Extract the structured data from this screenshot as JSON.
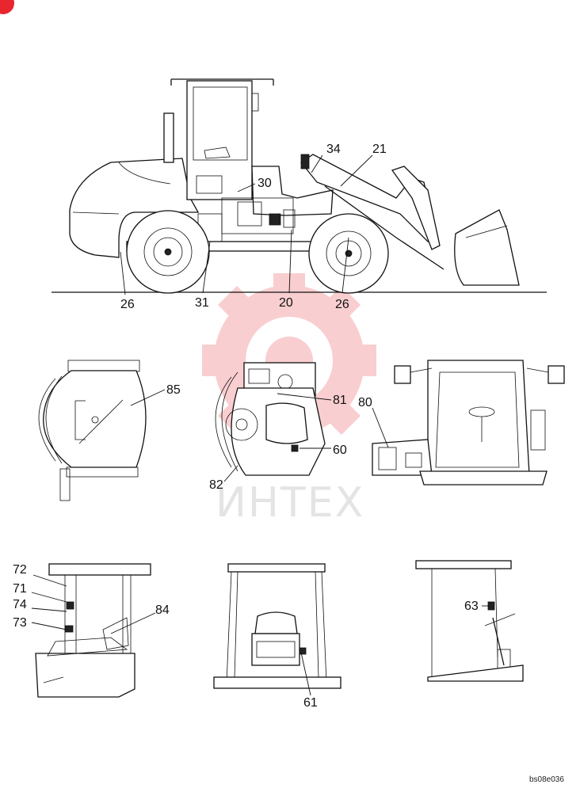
{
  "callouts": {
    "c34": "34",
    "c21": "21",
    "c30": "30",
    "c26a": "26",
    "c31": "31",
    "c20": "20",
    "c26b": "26",
    "c85": "85",
    "c81": "81",
    "c60": "60",
    "c82": "82",
    "c80": "80",
    "c72": "72",
    "c71": "71",
    "c74": "74",
    "c73": "73",
    "c84": "84",
    "c61": "61",
    "c63": "63"
  },
  "watermark": "ИНТЕХ",
  "drawing_code": "bs08e036",
  "colors": {
    "watermark_red": "#e8262d",
    "line": "#111111"
  }
}
